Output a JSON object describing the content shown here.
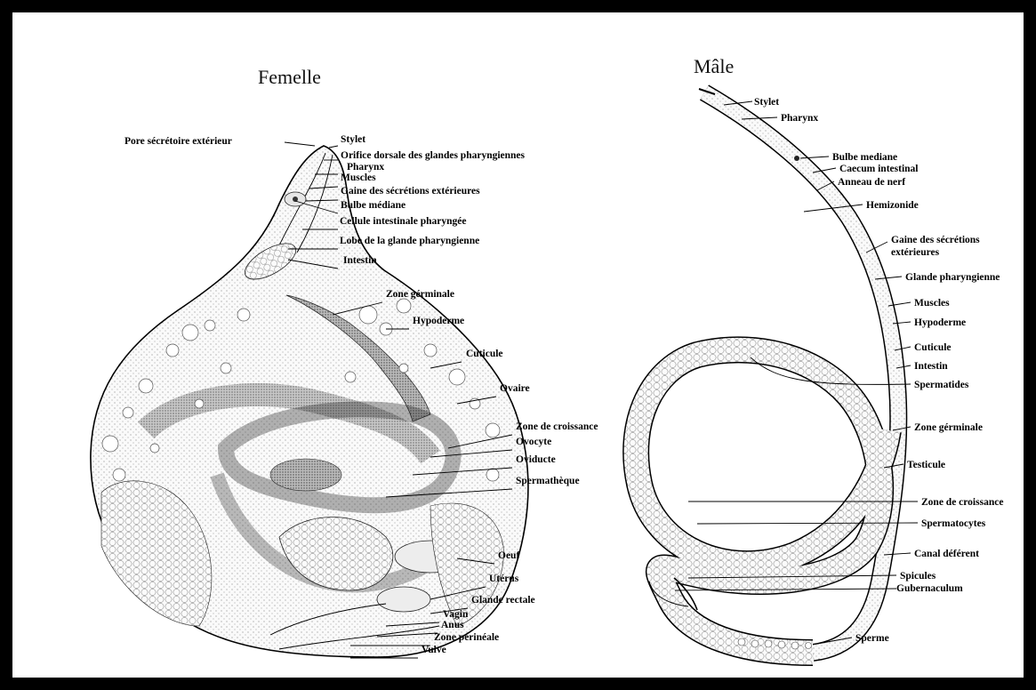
{
  "titles": {
    "female": "Femelle",
    "male": "Mâle"
  },
  "female_labels": [
    "Pore sécrétoire extérieur",
    "Stylet",
    "Orifice dorsale des glandes pharyngiennes",
    "Pharynx",
    "Muscles",
    "Gaine des sécrétions extérieures",
    "Bulbe médiane",
    "Cellule intestinale pharyngée",
    "Lobe de la glande pharyngienne",
    "Intestin",
    "Zone gérminale",
    "Hypoderme",
    "Cuticule",
    "Ovaire",
    "Zone de croissance",
    "Ovocyte",
    "Oviducte",
    "Spermathèque",
    "Oeuf",
    "Utérus",
    "Glande rectale",
    "Vagin",
    "Anus",
    "Zone périnéale",
    "Vulve"
  ],
  "male_labels": [
    "Stylet",
    "Pharynx",
    "Bulbe mediane",
    "Caecum intestinal",
    "Anneau de nerf",
    "Hemizonide",
    "Gaine des sécrétions extérieures",
    "Glande pharyngienne",
    "Muscles",
    "Hypoderme",
    "Cuticule",
    "Intestin",
    "Spermatides",
    "Zone gérminale",
    "Testicule",
    "Zone de croissance",
    "Spermatocytes",
    "Canal déférent",
    "Spicules",
    "Gubernaculum",
    "Sperme"
  ]
}
